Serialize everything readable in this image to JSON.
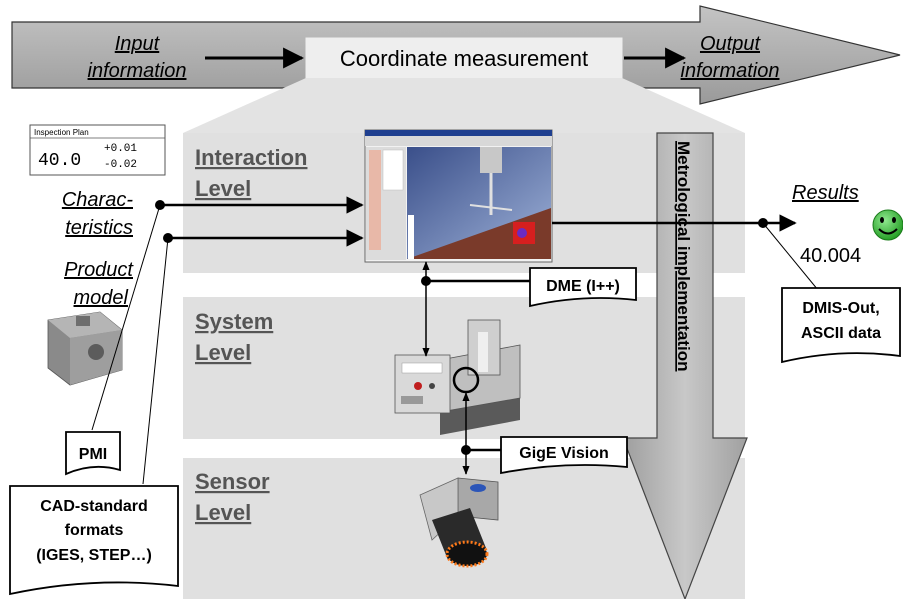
{
  "top_banner": {
    "input": [
      "Input",
      "information"
    ],
    "center": "Coordinate measurement",
    "output": [
      "Output",
      "information"
    ]
  },
  "inspection_plan": {
    "title": "Inspection Plan",
    "value": "40.0",
    "tol_plus": "+0.01",
    "tol_minus": "-0.02"
  },
  "left_labels": {
    "characteristics": [
      "Charac-",
      "teristics"
    ],
    "product_model": [
      "Product",
      "model"
    ]
  },
  "levels": {
    "interaction": [
      "Interaction",
      "Level"
    ],
    "system": [
      "System",
      "Level"
    ],
    "sensor": [
      "Sensor",
      "Level"
    ]
  },
  "vertical_arrow": "Metrological implementation",
  "results": {
    "label": "Results",
    "value": "40.004"
  },
  "callouts": {
    "dme": "DME (I++)",
    "gige": "GigE Vision",
    "dmis": [
      "DMIS-Out,",
      "ASCII data"
    ],
    "pmi": "PMI",
    "cad": [
      "CAD-standard",
      "formats",
      "(IGES, STEP…)"
    ]
  },
  "colors": {
    "banner": "#a6a6a6",
    "band": "#e0e0e0",
    "smiley": "#2db82d"
  }
}
